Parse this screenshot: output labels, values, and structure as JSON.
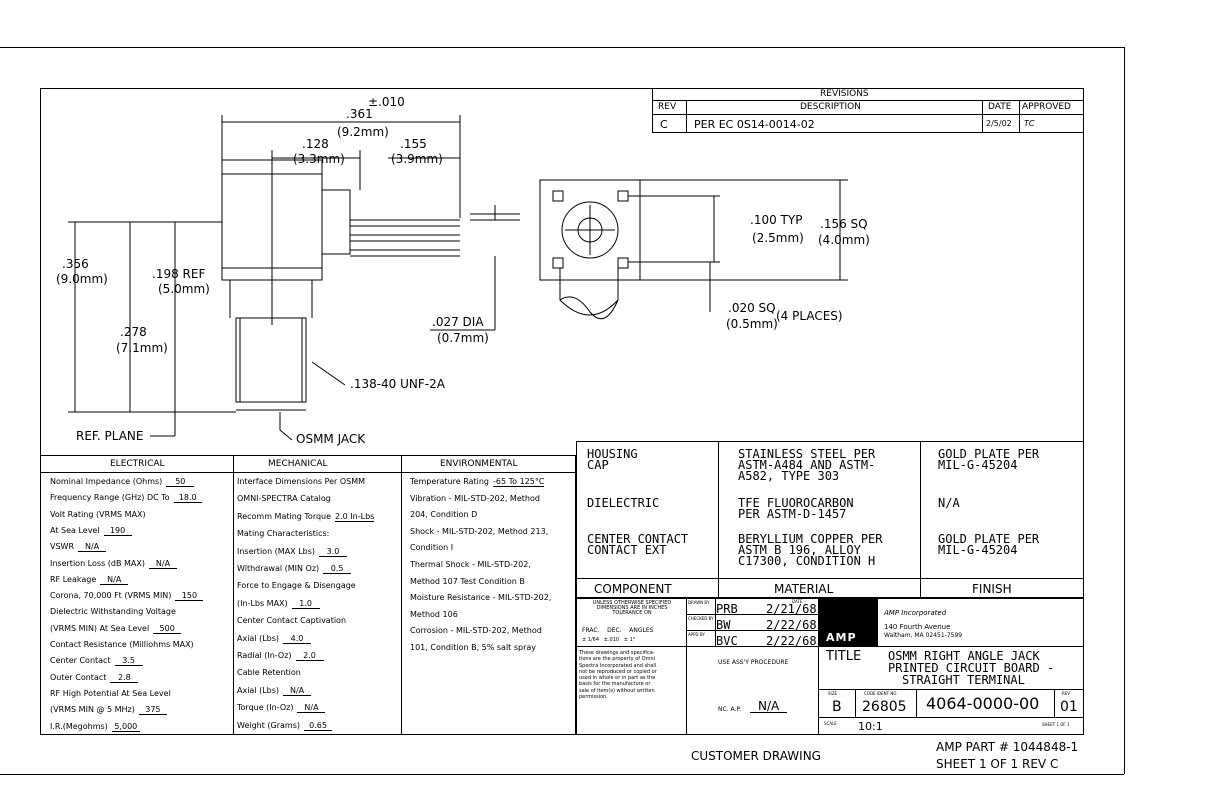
{
  "revisions": {
    "title": "REVISIONS",
    "headers": [
      "REV",
      "DESCRIPTION",
      "DATE",
      "APPROVED"
    ],
    "rows": [
      {
        "rev": "C",
        "description": "PER EC 0S14-0014-02",
        "date": "2/5/02",
        "approved": "TC"
      }
    ]
  },
  "drawing": {
    "dim_tol": "±.010",
    "dim_361": ".361",
    "dim_361_mm": "(9.2mm)",
    "dim_128": ".128",
    "dim_128_mm": "(3.3mm)",
    "dim_155": ".155",
    "dim_155_mm": "(3.9mm)",
    "dim_356": ".356",
    "dim_356_mm": "(9.0mm)",
    "dim_198": ".198 REF",
    "dim_198_mm": "(5.0mm)",
    "dim_278": ".278",
    "dim_278_mm": "(7.1mm)",
    "dim_027": ".027 DIA",
    "dim_027_mm": "(0.7mm)",
    "thread": ".138-40 UNF-2A",
    "ref_plane": "REF. PLANE",
    "osmm_jack": "OSMM JACK",
    "dim_100": ".100 TYP",
    "dim_100_mm": "(2.5mm)",
    "dim_156": ".156 SQ",
    "dim_156_mm": "(4.0mm)",
    "dim_020": ".020 SQ",
    "dim_020_mm": "(0.5mm)",
    "four_places": "(4 PLACES)"
  },
  "electrical": {
    "header": "ELECTRICAL",
    "rows": [
      {
        "label": "Nominal Impedance (Ohms)",
        "value": "50"
      },
      {
        "label": "Frequency Range (GHz) DC To",
        "value": "18.0"
      },
      {
        "label": "Volt Rating (VRMS MAX)",
        "value": ""
      },
      {
        "label": "At Sea Level",
        "value": "190"
      },
      {
        "label": "VSWR",
        "value": "N/A"
      },
      {
        "label": "Insertion Loss (dB MAX)",
        "value": "N/A"
      },
      {
        "label": "RF Leakage",
        "value": "N/A"
      },
      {
        "label": "Corona, 70,000 Ft (VRMS MIN)",
        "value": "150"
      },
      {
        "label": "Dielectric Withstanding Voltage",
        "value": ""
      },
      {
        "label": "(VRMS MIN) At Sea Level",
        "value": "500"
      },
      {
        "label": "Contact Resistance (Milliohms MAX)",
        "value": ""
      },
      {
        "label": "Center Contact",
        "value": "3.5"
      },
      {
        "label": "Outer Contact",
        "value": "2.8"
      },
      {
        "label": "RF High Potential At Sea Level",
        "value": ""
      },
      {
        "label": "(VRMS MIN @ 5 MHz)",
        "value": "375"
      },
      {
        "label": "I.R.(Megohms)",
        "value": "5,000"
      }
    ]
  },
  "mechanical": {
    "header": "MECHANICAL",
    "rows": [
      {
        "label": "Interface Dimensions Per OSMM",
        "value": ""
      },
      {
        "label": "OMNI-SPECTRA Catalog",
        "value": ""
      },
      {
        "label": "Recomm Mating Torque",
        "value": "2.0 In-Lbs"
      },
      {
        "label": "Mating Characteristics:",
        "value": ""
      },
      {
        "label": "Insertion (MAX Lbs)",
        "value": "3.0"
      },
      {
        "label": "Withdrawal (MIN Oz)",
        "value": "0.5"
      },
      {
        "label": "Force to Engage & Disengage",
        "value": ""
      },
      {
        "label": "(In-Lbs MAX)",
        "value": "1.0"
      },
      {
        "label": "Center Contact Captivation",
        "value": ""
      },
      {
        "label": "Axial (Lbs)",
        "value": "4.0"
      },
      {
        "label": "Radial (In-Oz)",
        "value": "2.0"
      },
      {
        "label": "Cable Retention",
        "value": ""
      },
      {
        "label": "Axial (Lbs)",
        "value": "N/A"
      },
      {
        "label": "Torque (In-Oz)",
        "value": "N/A"
      },
      {
        "label": "Weight (Grams)",
        "value": "0.65"
      }
    ]
  },
  "environmental": {
    "header": "ENVIRONMENTAL",
    "rows": [
      {
        "label": "Temperature Rating",
        "value": "-65 To 125°C"
      },
      {
        "label": "Vibration - MIL-STD-202, Method",
        "value": ""
      },
      {
        "label": "204, Condition D",
        "value": ""
      },
      {
        "label": "Shock - MIL-STD-202, Method 213,",
        "value": ""
      },
      {
        "label": "Condition I",
        "value": ""
      },
      {
        "label": "Thermal Shock - MIL-STD-202,",
        "value": ""
      },
      {
        "label": "Method 107 Test Condition B",
        "value": ""
      },
      {
        "label": "Moisture Resistance - MIL-STD-202,",
        "value": ""
      },
      {
        "label": "Method 106",
        "value": ""
      },
      {
        "label": "Corrosion - MIL-STD-202, Method",
        "value": ""
      },
      {
        "label": "101, Condition B, 5% salt spray",
        "value": ""
      }
    ]
  },
  "materials": {
    "headers": [
      "COMPONENT",
      "MATERIAL",
      "FINISH"
    ],
    "rows": [
      {
        "component": "HOUSING\nCAP",
        "material": "STAINLESS STEEL PER\nASTM-A484 AND ASTM-\nA582, TYPE 303",
        "finish": "GOLD PLATE PER\nMIL-G-45204"
      },
      {
        "component": "DIELECTRIC",
        "material": "TFE FLUOROCARBON\nPER ASTM-D-1457",
        "finish": "N/A"
      },
      {
        "component": "CENTER CONTACT\nCONTACT EXT",
        "material": "BERYLLIUM COPPER PER\nASTM B 196, ALLOY\nC17300, CONDITION H",
        "finish": "GOLD PLATE PER\nMIL-G-45204"
      }
    ]
  },
  "title_block": {
    "tolerance_note": "UNLESS OTHERWISE SPECIFIED\nDIMENSIONS ARE IN INCHES\nTOLERANCE ON",
    "tolerance_cols": "FRAC.    DEC.    ANGLES",
    "tolerance_vals": "± 1/64   ±.010   ± 1°",
    "drawn_by_label": "DRAWN BY",
    "drawn_by": "PRB",
    "checked_label": "CHECKED BY",
    "checked_by": "BW",
    "approved_label": "APPD BY",
    "approved_by": "BVC",
    "date_label": "DATE",
    "date1": "2/21/68",
    "date2": "2/22/68",
    "date3": "2/22/68",
    "logo": "AMP",
    "company": "AMP Incorporated",
    "address1": "140 Fourth Avenue",
    "address2": "Waltham, MA 02451-7599",
    "proprietary": "These drawings and specifica-\ntions are the property of Omni\nSpectra Incorporated and shall\nnot be reproduced or copied or\nused in whole or in part as the\nbasis for the manufacture or\nsale of item(s) without written\npermission.",
    "use_assy": "USE ASS'Y PROCEDURE",
    "nc_ap_label": "NC. A.P.",
    "nc_ap_value": "N/A",
    "title_label": "TITLE",
    "title_line1": "OSMM RIGHT ANGLE JACK",
    "title_line2": "PRINTED CIRCUIT BOARD -",
    "title_line3": "STRAIGHT TERMINAL",
    "size_label": "SIZE",
    "size": "B",
    "code_label": "CODE IDENT NO.",
    "code": "26805",
    "part_no": "4064-0000-00",
    "rev_label": "REV",
    "rev": "01",
    "scale_label": "SCALE",
    "scale": "10:1",
    "sheet_small": "SHEET 1 OF 1"
  },
  "footer": {
    "customer_drawing": "CUSTOMER DRAWING",
    "amp_part": "AMP PART # 1044848-1",
    "sheet": "SHEET 1 OF 1   REV C"
  }
}
